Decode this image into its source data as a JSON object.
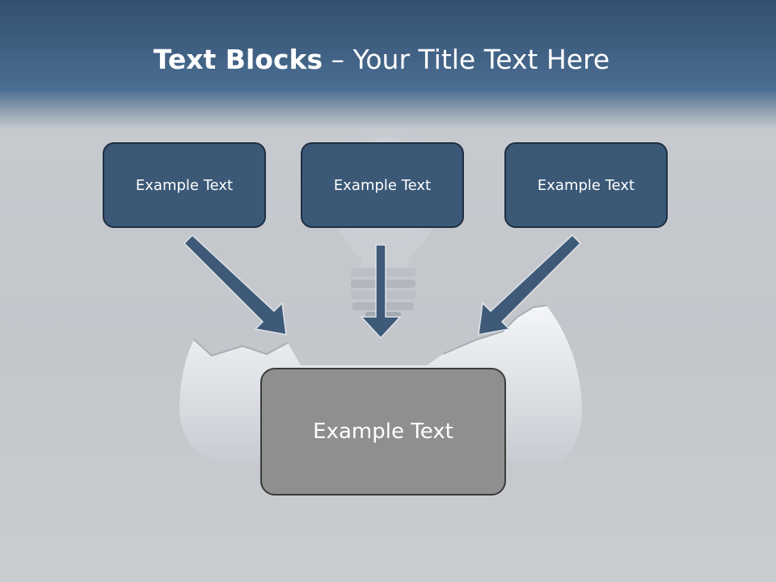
{
  "slide": {
    "title_bold": "Text Blocks",
    "title_dash": " – ",
    "title_rest": "Your Title Text Here"
  },
  "blocks": {
    "top": [
      {
        "label": "Example Text"
      },
      {
        "label": "Example Text"
      },
      {
        "label": "Example Text"
      }
    ],
    "center": {
      "label": "Example Text"
    }
  },
  "colors": {
    "header": "#3f6087",
    "top_box_fill": "#3b5876",
    "top_box_border": "#1f2f42",
    "center_box_fill": "#8f8f8f",
    "arrow_fill": "#3e5a78"
  },
  "icons": [
    "light-bulb-icon",
    "cracked-egg-shell-icon",
    "arrow-down-right-icon",
    "arrow-down-icon",
    "arrow-down-left-icon"
  ]
}
